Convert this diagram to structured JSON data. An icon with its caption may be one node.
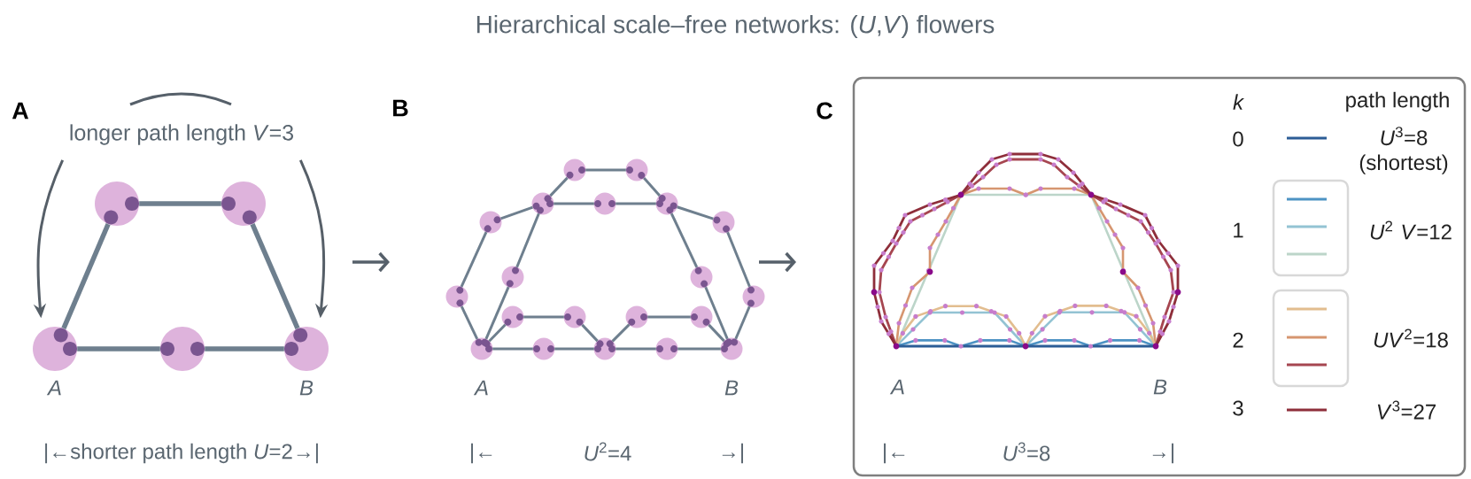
{
  "diagram": {
    "title": "Hierarchical scale–free networks: (*U*,*V*) flowers",
    "nodes": [
      {
        "text": [
          "longer path length *V*=3"
        ]
      },
      {
        "text": [],
        "shape": "circle"
      },
      {
        "text": [],
        "shape": "circle"
      },
      {
        "text": [],
        "shape": "circle",
        "beside": [
          "A"
        ]
      },
      {
        "text": [],
        "shape": "circle"
      },
      {
        "text": [],
        "shape": "circle",
        "beside": [
          "B"
        ]
      },
      {
        "text": [],
        "shape": "circle"
      },
      {
        "text": [],
        "shape": "circle"
      },
      {
        "text": [],
        "shape": "circle"
      },
      {
        "text": [],
        "shape": "circle"
      },
      {
        "text": [],
        "shape": "circle"
      },
      {
        "text": [],
        "shape": "circle"
      },
      {
        "text": [],
        "shape": "circle"
      },
      {
        "text": [],
        "shape": "circle"
      },
      {
        "text": [],
        "shape": "circle"
      },
      {
        "text": [],
        "shape": "circle"
      },
      {
        "text": [],
        "shape": "circle"
      },
      {
        "text": [],
        "shape": "circle"
      },
      {
        "text": [],
        "shape": "circle"
      },
      {
        "text": [],
        "shape": "circle"
      },
      {
        "text": [],
        "shape": "circle"
      },
      {
        "text": [],
        "shape": "circle",
        "beside": [
          "A"
        ]
      },
      {
        "text": [],
        "shape": "circle"
      },
      {
        "text": [],
        "shape": "circle"
      },
      {
        "text": [],
        "shape": "circle"
      },
      {
        "text": [],
        "shape": "circle",
        "beside": [
          "B"
        ]
      }
    ],
    "edges": [
      {
        "from": 3,
        "to": 1,
        "arrow": "none",
        "style": "thick"
      },
      {
        "from": 1,
        "to": 2,
        "arrow": "none",
        "style": "thick"
      },
      {
        "from": 2,
        "to": 5,
        "arrow": "none",
        "style": "thick"
      },
      {
        "from": 3,
        "to": 4,
        "arrow": "none",
        "style": "thick"
      },
      {
        "from": 4,
        "to": 5,
        "arrow": "none",
        "style": "thick"
      },
      {
        "from": 0,
        "to": 3,
        "arrow": "to",
        "color": "#565f68"
      },
      {
        "from": 0,
        "to": 5,
        "arrow": "to",
        "color": "#565f68"
      },
      {
        "from": 21,
        "to": 22,
        "arrow": "none"
      },
      {
        "from": 22,
        "to": 23,
        "arrow": "none"
      },
      {
        "from": 23,
        "to": 24,
        "arrow": "none"
      },
      {
        "from": 24,
        "to": 25,
        "arrow": "none"
      },
      {
        "from": 21,
        "to": 17,
        "arrow": "none"
      },
      {
        "from": 17,
        "to": 18,
        "arrow": "none"
      },
      {
        "from": 18,
        "to": 23,
        "arrow": "none"
      },
      {
        "from": 23,
        "to": 19,
        "arrow": "none"
      },
      {
        "from": 19,
        "to": 20,
        "arrow": "none"
      },
      {
        "from": 20,
        "to": 25,
        "arrow": "none"
      },
      {
        "from": 21,
        "to": 15,
        "arrow": "none"
      },
      {
        "from": 15,
        "to": 11,
        "arrow": "none"
      },
      {
        "from": 11,
        "to": 8,
        "arrow": "none"
      },
      {
        "from": 21,
        "to": 13,
        "arrow": "none"
      },
      {
        "from": 13,
        "to": 8,
        "arrow": "none"
      },
      {
        "from": 8,
        "to": 9,
        "arrow": "none"
      },
      {
        "from": 9,
        "to": 10,
        "arrow": "none"
      },
      {
        "from": 8,
        "to": 6,
        "arrow": "none"
      },
      {
        "from": 6,
        "to": 7,
        "arrow": "none"
      },
      {
        "from": 7,
        "to": 10,
        "arrow": "none"
      },
      {
        "from": 10,
        "to": 12,
        "arrow": "none"
      },
      {
        "from": 12,
        "to": 16,
        "arrow": "none"
      },
      {
        "from": 16,
        "to": 25,
        "arrow": "none"
      },
      {
        "from": 10,
        "to": 14,
        "arrow": "none"
      },
      {
        "from": 14,
        "to": 25,
        "arrow": "none"
      }
    ],
    "labels": [
      "A",
      "B",
      "C",
      "k",
      "path length",
      "0",
      "1",
      "2",
      "3",
      "A",
      "B",
      "|←shorter path length *U*=2→|",
      "|←",
      "*U*$^{2}$=4",
      "→|",
      "|←",
      "*U*$^{3}$=8",
      "→|"
    ],
    "legend": [
      {
        "text": "*U*$^{3}$=8 (shortest)"
      },
      {
        "text": "*U*$^{2}$ *V*=12"
      },
      {
        "text": "*UV*$^{2}$=18"
      },
      {
        "text": "*V*$^{3}$=27"
      }
    ]
  }
}
